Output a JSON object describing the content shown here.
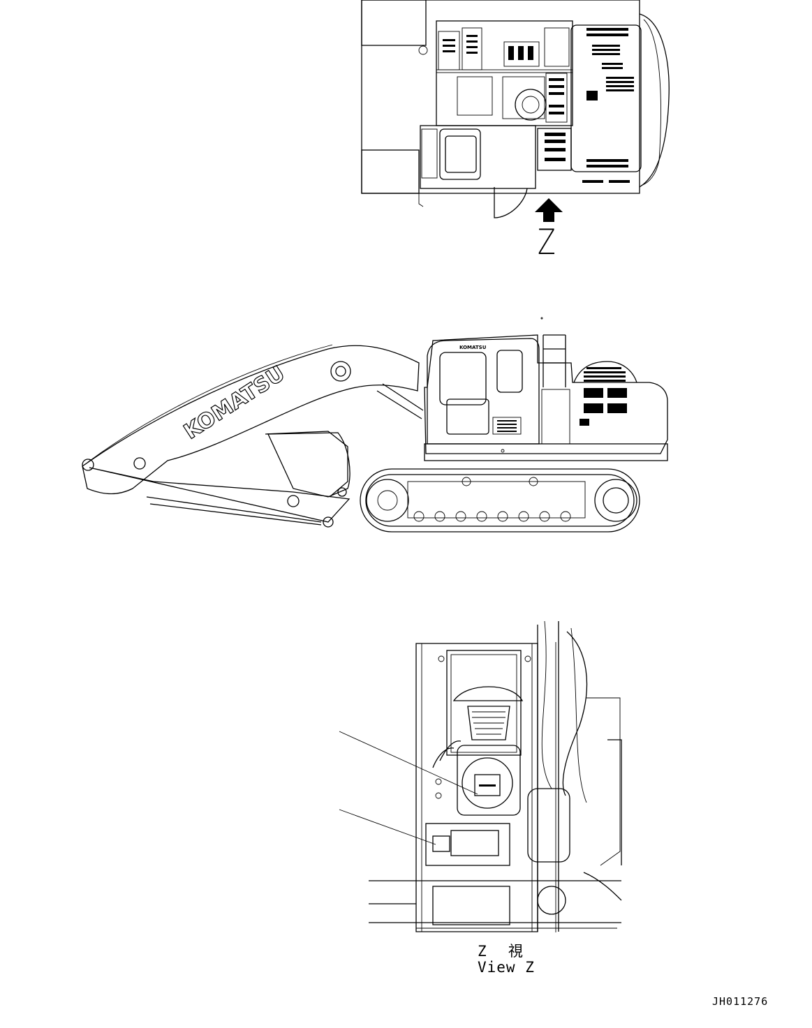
{
  "views": {
    "top": {
      "arrow_label": "Z"
    },
    "side": {
      "brand_boom": "KOMATSU",
      "brand_cab": "KOMATSU"
    },
    "detail": {
      "caption_jp": "Z  視",
      "caption_en": "View Z"
    }
  },
  "drawing_id": "JH011276"
}
